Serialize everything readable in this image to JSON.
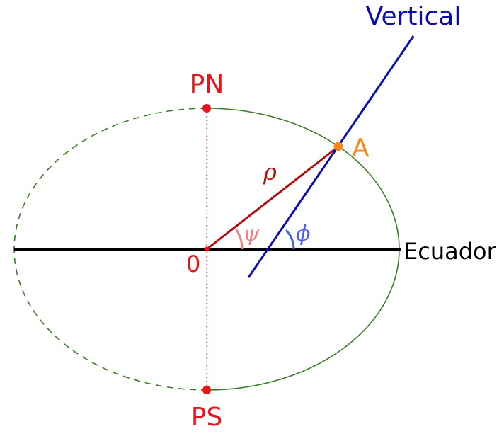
{
  "labels": {
    "north_pole": "PN",
    "south_pole": "PS",
    "center": "0",
    "point": "A",
    "equator": "Ecuador",
    "vertical": "Vertical",
    "radius": "ρ",
    "geocentric_angle": "ψ",
    "geodetic_angle": "ϕ"
  },
  "colors": {
    "ellipse": "#3a7a2a",
    "pole_marker": "#e8141a",
    "point_marker": "#f28b1e",
    "equator_line": "#000000",
    "vertical_line": "#0a0ab4",
    "radius_line": "#b00f0f",
    "geocentric_arc": "#f08080",
    "geodetic_arc": "#4a5cf0",
    "label_red": "#e8141a",
    "label_orange": "#f28b1e",
    "label_blue": "#0a0ab4"
  }
}
